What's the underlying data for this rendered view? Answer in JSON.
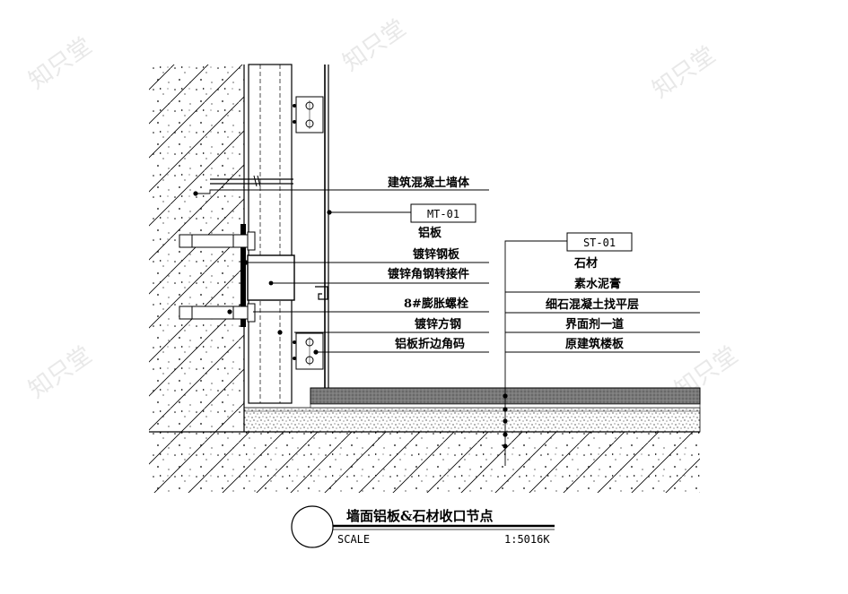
{
  "watermark": "知只堂",
  "labels": {
    "concrete_wall": "建筑混凝土墙体",
    "mt_tag": "MT-01",
    "aluminum_panel": "铝板",
    "galv_steel_plate": "镀锌钢板",
    "galv_angle_connector": "镀锌角钢转接件",
    "expansion_bolt": "8#膨胀螺栓",
    "galv_square_steel": "镀锌方钢",
    "aluminum_corner_code": "铝板折边角码",
    "st_tag": "ST-01",
    "stone": "石材",
    "cement_paste": "素水泥膏",
    "fine_concrete_screed": "细石混凝土找平层",
    "interface_agent": "界面剂一道",
    "original_floor_slab": "原建筑楼板"
  },
  "title_block": {
    "title": "墙面铝板&石材收口节点",
    "scale_label": "SCALE",
    "scale_value": "1:5016K"
  }
}
